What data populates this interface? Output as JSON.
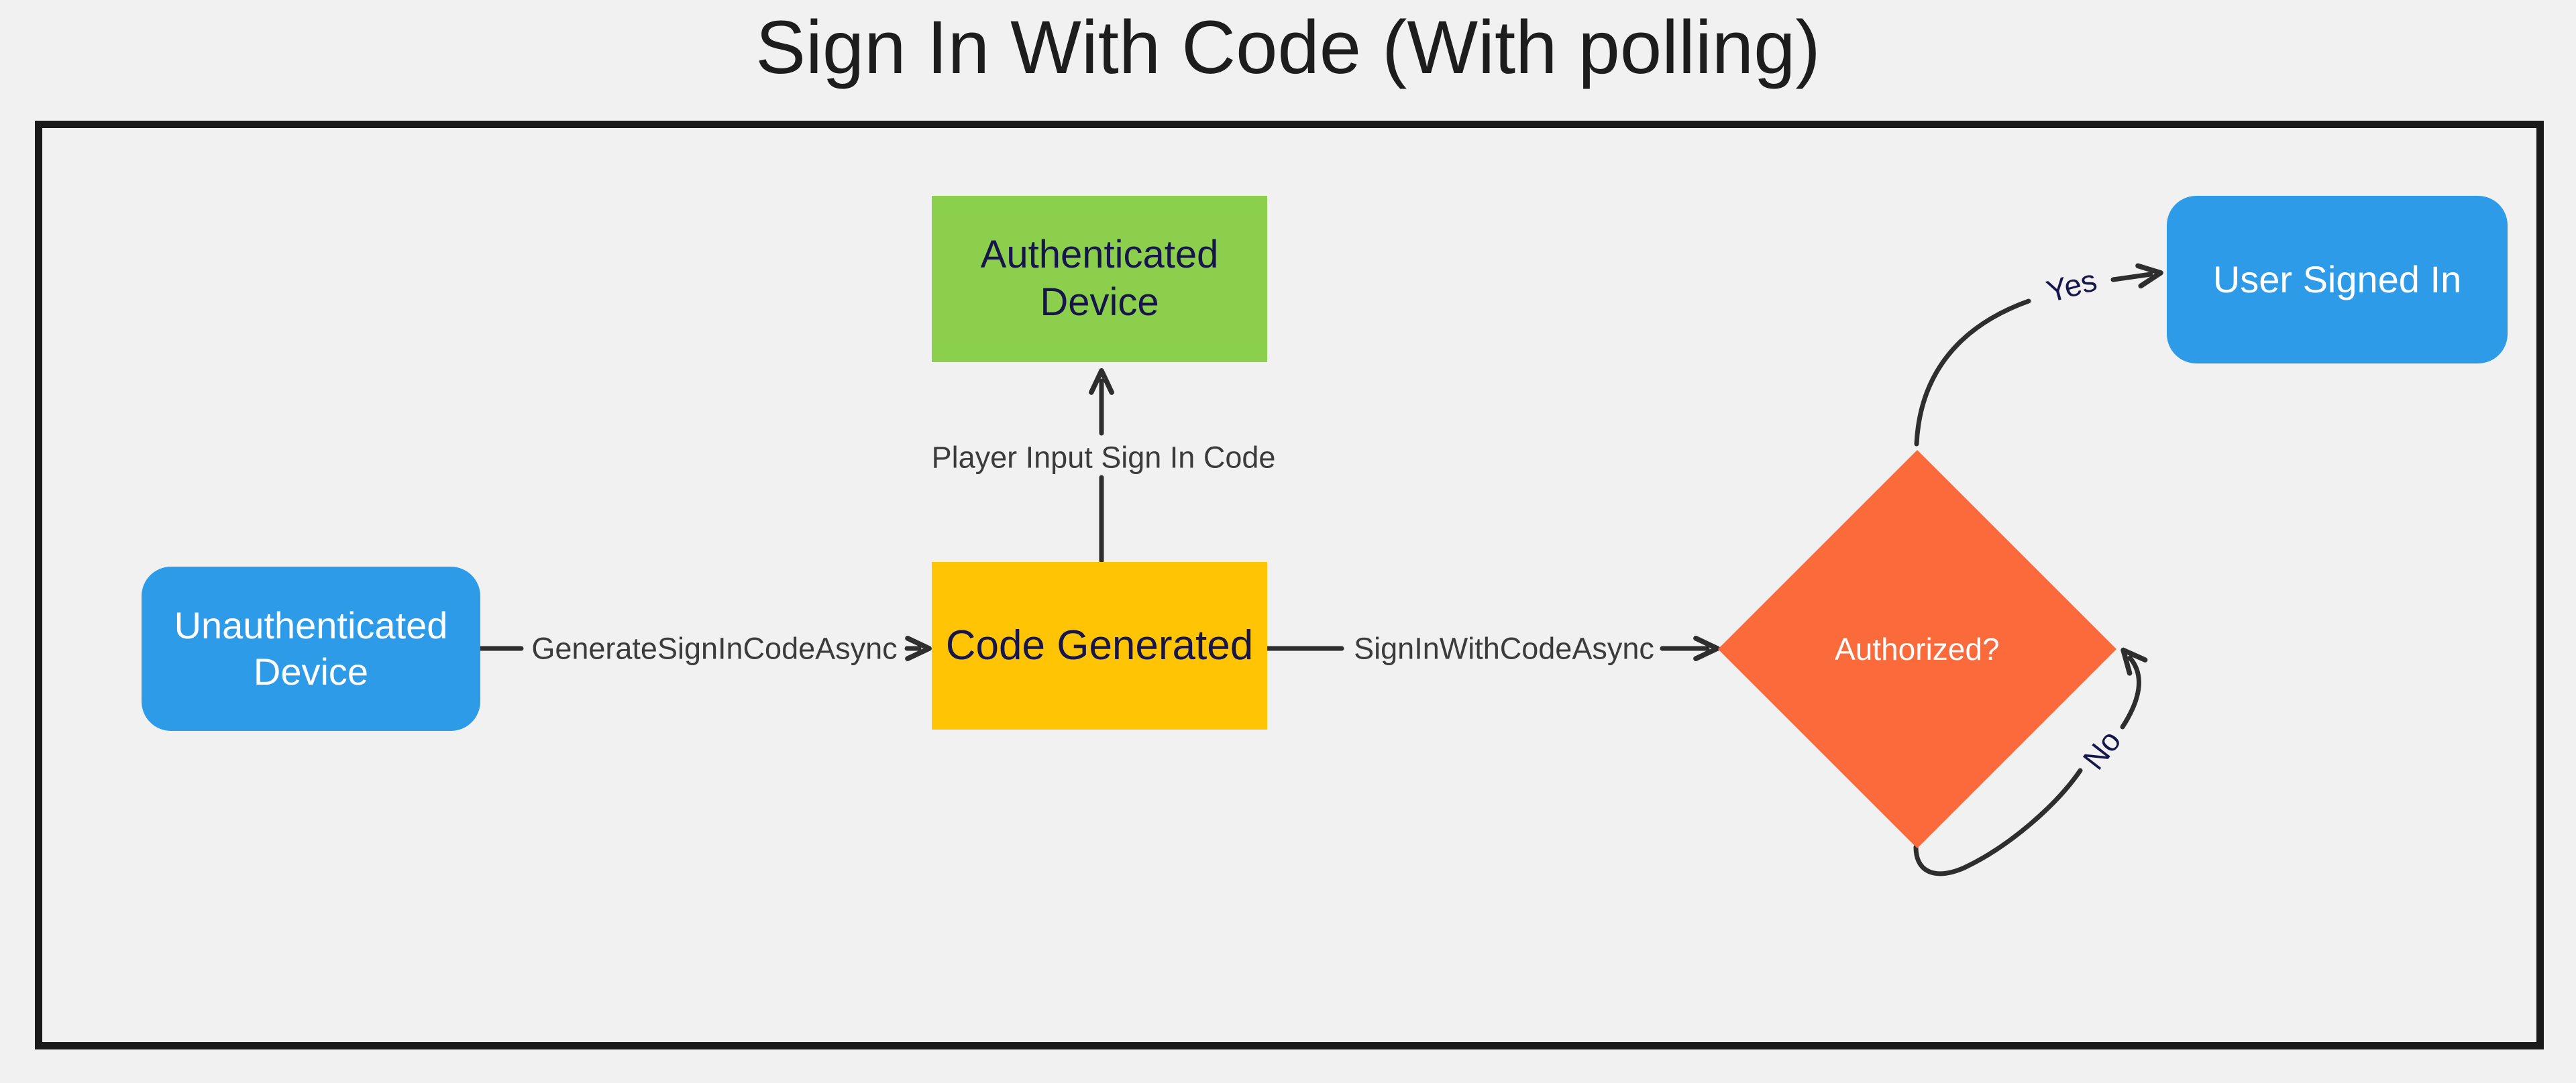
{
  "title": "Sign In With Code (With polling)",
  "diagram_type": "flowchart",
  "nodes": {
    "unauthenticated": {
      "label": "Unauthenticated Device",
      "shape": "rounded-rect",
      "fill": "#2E9BE9",
      "text_color": "#FFFFFF"
    },
    "code_generated": {
      "label": "Code Generated",
      "shape": "rect",
      "fill": "#FFC403",
      "text_color": "#16164B"
    },
    "authenticated": {
      "label": "Authenticated Device",
      "shape": "rect",
      "fill": "#8CCF4D",
      "text_color": "#16164B"
    },
    "authorized": {
      "label": "Authorized?",
      "shape": "diamond",
      "fill": "#FB6A3B",
      "text_color": "#FFFFFF"
    },
    "user_signed_in": {
      "label": "User Signed In",
      "shape": "rounded-rect",
      "fill": "#2E9BE9",
      "text_color": "#FFFFFF"
    }
  },
  "edges": {
    "generate": {
      "label": "GenerateSignInCodeAsync",
      "from": "unauthenticated",
      "to": "code_generated"
    },
    "player_input": {
      "label": "Player Input Sign In Code",
      "from": "code_generated",
      "to": "authenticated"
    },
    "sign_in": {
      "label": "SignInWithCodeAsync",
      "from": "code_generated",
      "to": "authorized"
    },
    "yes": {
      "label": "Yes",
      "from": "authorized",
      "to": "user_signed_in"
    },
    "no": {
      "label": "No",
      "from": "authorized",
      "to": "authorized"
    }
  },
  "colors": {
    "background": "#F1F1F1",
    "frame_border": "#1A1A1A",
    "edge_stroke": "#2E2E2E",
    "edge_label": "#3B3B3B",
    "branch_label": "#16164B",
    "node_blue": "#2E9BE9",
    "node_yellow": "#FFC403",
    "node_green": "#8CCF4D",
    "node_orange": "#FB6A3B"
  }
}
